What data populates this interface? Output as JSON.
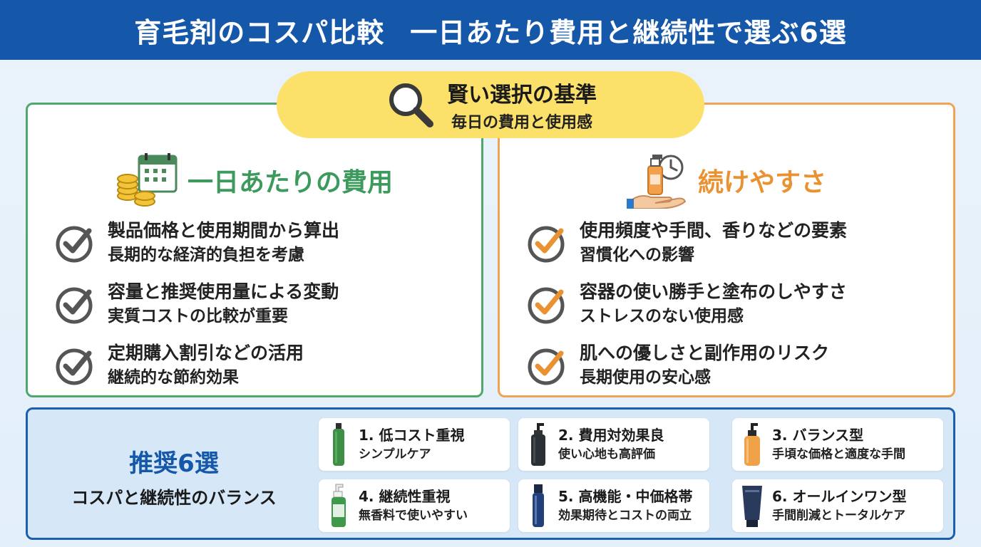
{
  "header": {
    "title_part1": "育毛剤のコスパ比較",
    "title_part2": "一日あたり費用と継続性で選ぶ6選"
  },
  "badge": {
    "icon": "magnifier-icon",
    "title": "賢い選択の基準",
    "subtitle": "毎日の費用と使用感"
  },
  "cost_panel": {
    "icon": "coins-calendar-icon",
    "title": "一日あたりの費用",
    "accent_color": "#3b9a5c",
    "items": [
      {
        "line1": "製品価格と使用期間から算出",
        "line2": "長期的な経済的負担を考慮"
      },
      {
        "line1": "容量と推奨使用量による変動",
        "line2": "実質コストの比較が重要"
      },
      {
        "line1": "定期購入割引などの活用",
        "line2": "継続的な節約効果"
      }
    ]
  },
  "ease_panel": {
    "icon": "hand-bottle-clock-icon",
    "title": "続けやすさ",
    "accent_color": "#ea9232",
    "items": [
      {
        "line1": "使用頻度や手間、香りなどの要素",
        "line2": "習慣化への影響"
      },
      {
        "line1": "容器の使い勝手と塗布のしやすさ",
        "line2": "ストレスのない使用感"
      },
      {
        "line1": "肌への優しさと副作用のリスク",
        "line2": "長期使用の安心感"
      }
    ]
  },
  "recommend": {
    "title": "推奨6選",
    "subtitle": "コスパと継続性のバランス",
    "cards": [
      {
        "title": "1. 低コスト重視",
        "desc": "シンプルケア",
        "icon": "green-bottle-icon"
      },
      {
        "title": "2. 費用対効果良",
        "desc": "使い心地も高評価",
        "icon": "black-dropper-bottle-icon"
      },
      {
        "title": "3. バランス型",
        "desc": "手頃な価格と適度な手間",
        "icon": "amber-pump-bottle-icon"
      },
      {
        "title": "4. 継続性重視",
        "desc": "無香料で使いやすい",
        "icon": "green-dropper-bottle-icon"
      },
      {
        "title": "5. 高機能・中価格帯",
        "desc": "効果期待とコストの両立",
        "icon": "navy-serum-bottle-icon"
      },
      {
        "title": "6. オールインワン型",
        "desc": "手間削減とトータルケア",
        "icon": "navy-tube-icon"
      }
    ]
  }
}
